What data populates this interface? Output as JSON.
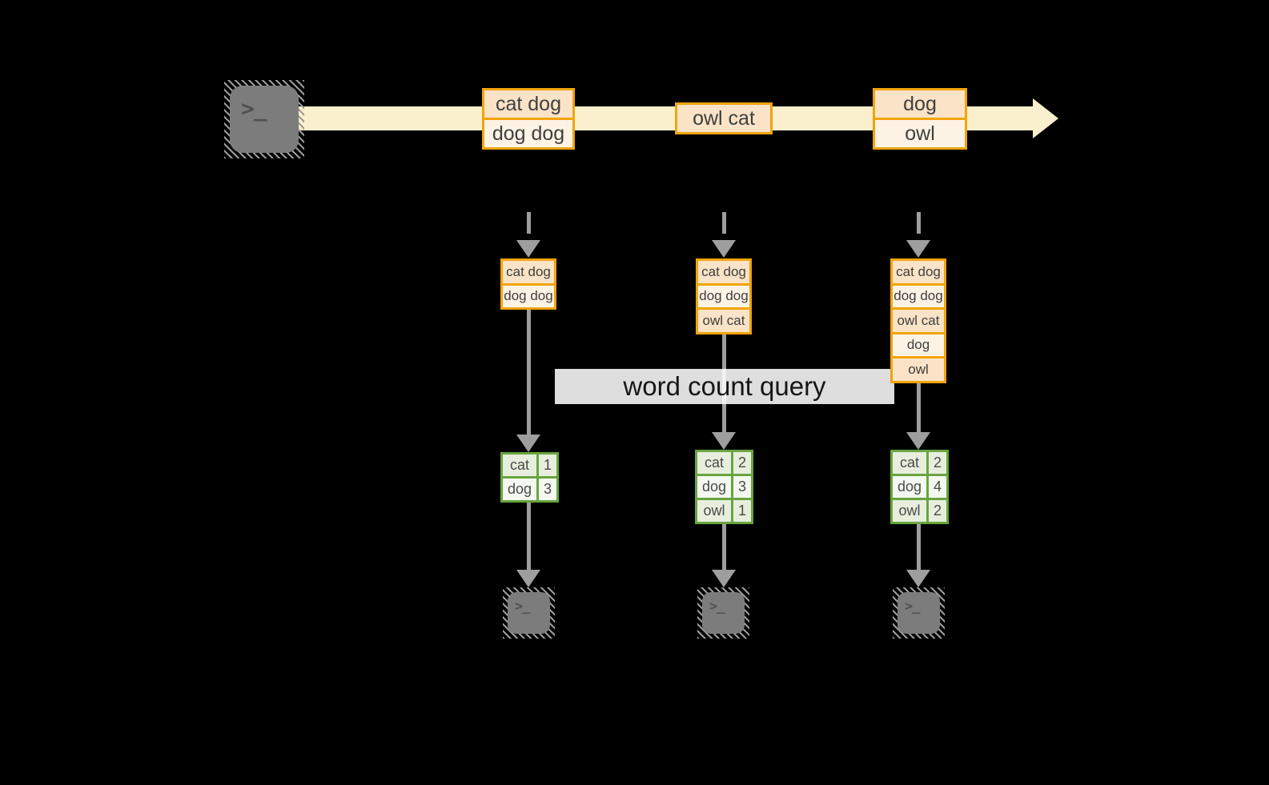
{
  "diagram": {
    "title_hidden": "",
    "query": {
      "label": "word count query"
    },
    "terminal": {
      "glyph": ">_"
    },
    "colors": {
      "background": "#000000",
      "stream_band": "#faf0cd",
      "orange_border": "#f1a40b",
      "peach_fill": "#fae3c6",
      "cream_fill": "#fdf3e5",
      "green_border": "#67a63e",
      "green_cell": "#e8eedd",
      "white_cell": "#f5f8f0",
      "arrow_gray": "#9e9e9e",
      "terminal_gray": "#7c7c7c",
      "query_band_bg": "#ffffff",
      "text": "#3f3f3f"
    },
    "columns": [
      {
        "stream_box": {
          "rows": [
            "cat dog",
            "dog dog"
          ]
        },
        "stack": {
          "rows": [
            "cat dog",
            "dog dog"
          ]
        },
        "table": {
          "rows": [
            {
              "word": "cat",
              "count": "1"
            },
            {
              "word": "dog",
              "count": "3"
            }
          ]
        }
      },
      {
        "stream_box": {
          "rows": [
            "owl cat"
          ]
        },
        "stack": {
          "rows": [
            "cat dog",
            "dog dog",
            "owl cat"
          ]
        },
        "table": {
          "rows": [
            {
              "word": "cat",
              "count": "2"
            },
            {
              "word": "dog",
              "count": "3"
            },
            {
              "word": "owl",
              "count": "1"
            }
          ]
        }
      },
      {
        "stream_box": {
          "rows": [
            "dog",
            "owl"
          ]
        },
        "stack": {
          "rows": [
            "cat dog",
            "dog dog",
            "owl cat",
            "dog",
            "owl"
          ]
        },
        "table": {
          "rows": [
            {
              "word": "cat",
              "count": "2"
            },
            {
              "word": "dog",
              "count": "4"
            },
            {
              "word": "owl",
              "count": "2"
            }
          ]
        }
      }
    ]
  }
}
